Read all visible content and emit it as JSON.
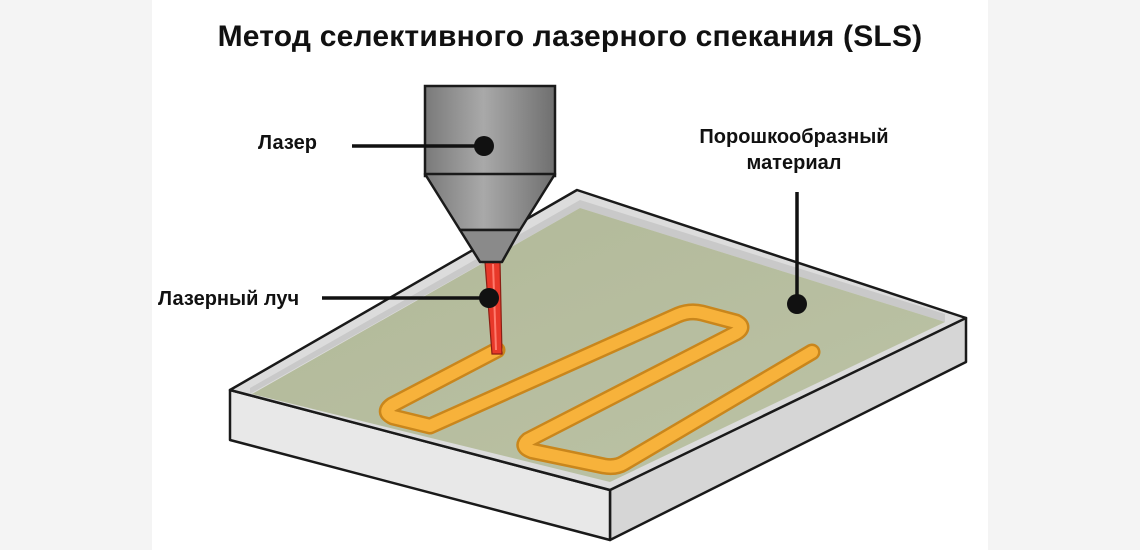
{
  "title": "Метод селективного лазерного спекания (SLS)",
  "labels": {
    "laser": "Лазер",
    "beam": "Лазерный луч",
    "powder_line1": "Порошкообразный",
    "powder_line2": "материал"
  },
  "colors": {
    "tray_front": "#e6e6e6",
    "tray_side": "#d4d4d4",
    "tray_outline": "#1a1a1a",
    "powder": "#b7bea0",
    "sintered_path": "#f7b23b",
    "laser_body": "#8c8c8c",
    "laser_beam": "#e8392a",
    "pointer": "#111111"
  },
  "icons": {
    "laser_head": "laser-head-icon"
  }
}
